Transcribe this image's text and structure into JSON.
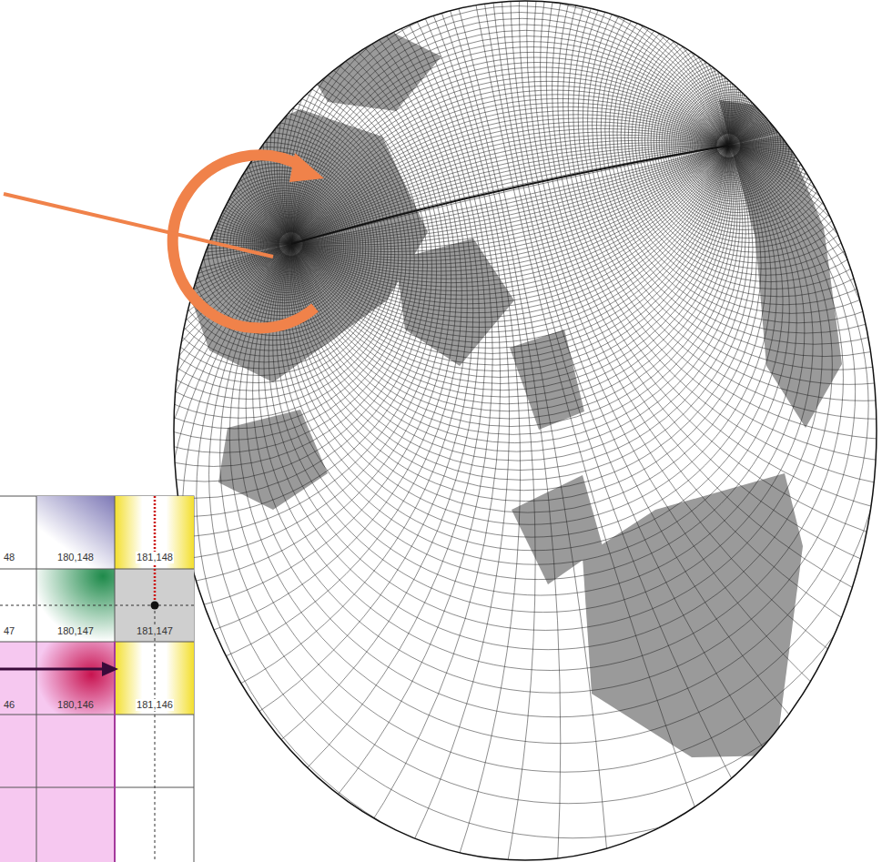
{
  "diagram": {
    "labels": [
      "48",
      "180,148",
      "181,148",
      "47",
      "180,147",
      "181,147",
      "46",
      "180,146",
      "181,146"
    ]
  }
}
